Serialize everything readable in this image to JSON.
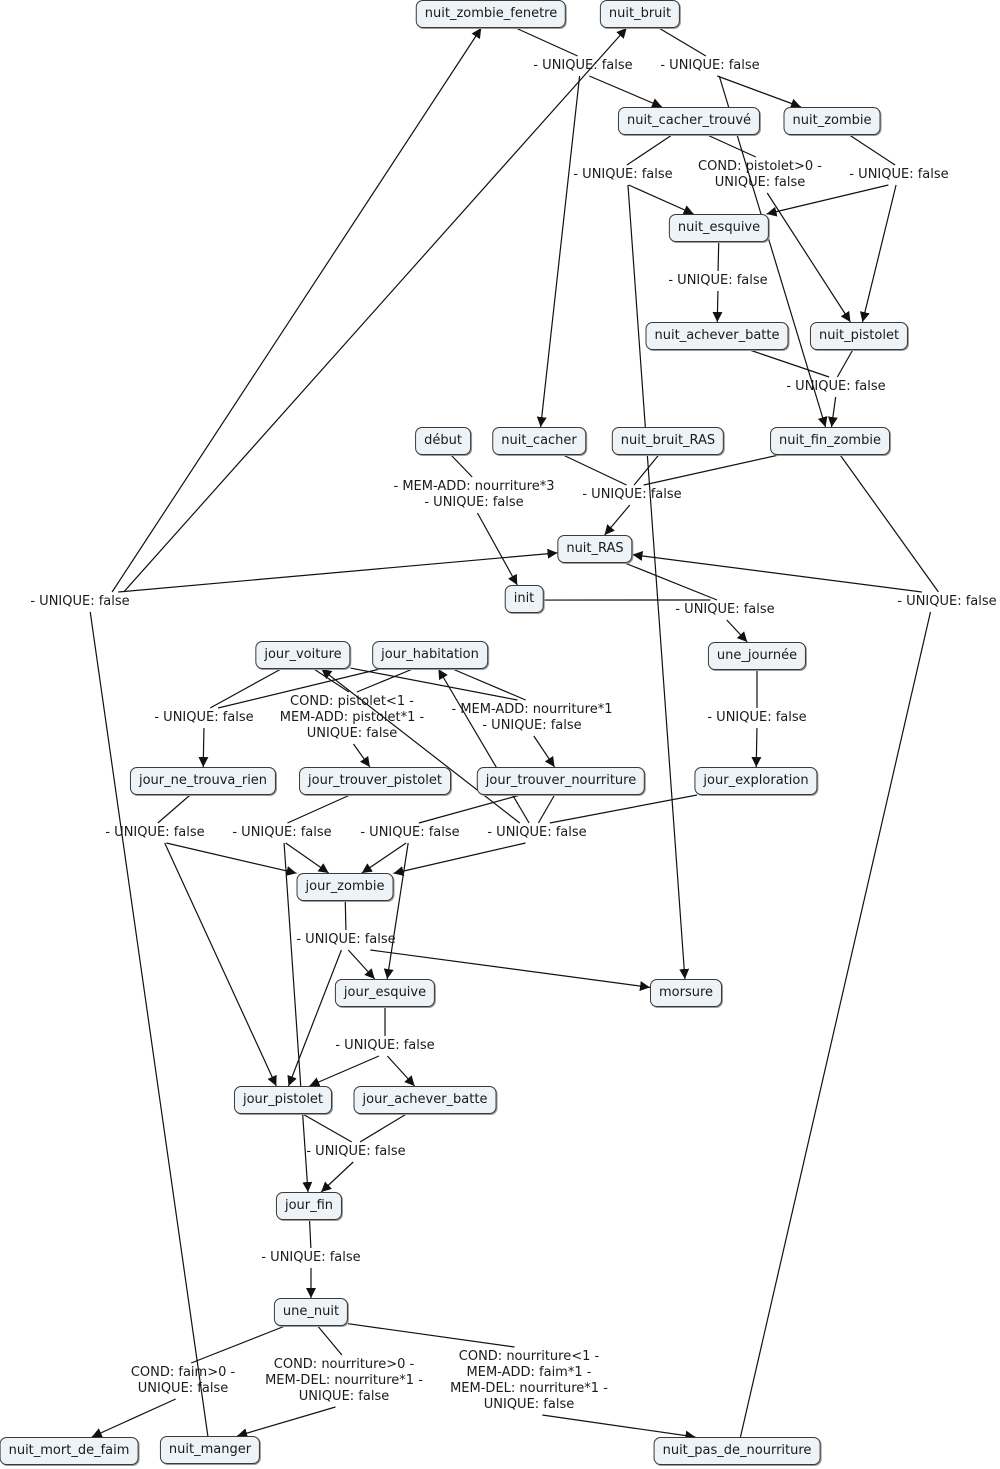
{
  "diagram": {
    "colors": {
      "node_fill": "#edf3f6",
      "node_border": "#3a3a3a",
      "edge": "#111111",
      "text": "#1a1a1a"
    },
    "nodes": [
      {
        "id": "nuit_zombie_fenetre",
        "label": "nuit_zombie_fenetre"
      },
      {
        "id": "nuit_bruit",
        "label": "nuit_bruit"
      },
      {
        "id": "nuit_cacher_trouve",
        "label": "nuit_cacher_trouvé"
      },
      {
        "id": "nuit_zombie",
        "label": "nuit_zombie"
      },
      {
        "id": "nuit_esquive",
        "label": "nuit_esquive"
      },
      {
        "id": "nuit_achever_batte",
        "label": "nuit_achever_batte"
      },
      {
        "id": "nuit_pistolet",
        "label": "nuit_pistolet"
      },
      {
        "id": "debut",
        "label": "début"
      },
      {
        "id": "nuit_cacher",
        "label": "nuit_cacher"
      },
      {
        "id": "nuit_bruit_RAS",
        "label": "nuit_bruit_RAS"
      },
      {
        "id": "nuit_fin_zombie",
        "label": "nuit_fin_zombie"
      },
      {
        "id": "nuit_RAS",
        "label": "nuit_RAS"
      },
      {
        "id": "init",
        "label": "init"
      },
      {
        "id": "une_journee",
        "label": "une_journée"
      },
      {
        "id": "jour_voiture",
        "label": "jour_voiture"
      },
      {
        "id": "jour_habitation",
        "label": "jour_habitation"
      },
      {
        "id": "jour_ne_trouva_rien",
        "label": "jour_ne_trouva_rien"
      },
      {
        "id": "jour_trouver_pistolet",
        "label": "jour_trouver_pistolet"
      },
      {
        "id": "jour_trouver_nourriture",
        "label": "jour_trouver_nourriture"
      },
      {
        "id": "jour_exploration",
        "label": "jour_exploration"
      },
      {
        "id": "jour_zombie",
        "label": "jour_zombie"
      },
      {
        "id": "morsure",
        "label": "morsure"
      },
      {
        "id": "jour_esquive",
        "label": "jour_esquive"
      },
      {
        "id": "jour_pistolet",
        "label": "jour_pistolet"
      },
      {
        "id": "jour_achever_batte",
        "label": "jour_achever_batte"
      },
      {
        "id": "jour_fin",
        "label": "jour_fin"
      },
      {
        "id": "une_nuit",
        "label": "une_nuit"
      },
      {
        "id": "nuit_mort_de_faim",
        "label": "nuit_mort_de_faim"
      },
      {
        "id": "nuit_manger",
        "label": "nuit_manger"
      },
      {
        "id": "nuit_pas_de_nourriture",
        "label": "nuit_pas_de_nourriture"
      }
    ],
    "links": [
      {
        "id": "L1",
        "lines": [
          "- UNIQUE: false"
        ],
        "from": [
          "nuit_zombie_fenetre"
        ],
        "to": [
          "nuit_cacher_trouve",
          "nuit_cacher"
        ]
      },
      {
        "id": "L2",
        "lines": [
          "- UNIQUE: false"
        ],
        "from": [
          "nuit_bruit"
        ],
        "to": [
          "nuit_zombie",
          "nuit_fin_zombie"
        ]
      },
      {
        "id": "L3",
        "lines": [
          "- UNIQUE: false"
        ],
        "from": [
          "nuit_cacher_trouve"
        ],
        "to": [
          "nuit_esquive",
          "morsure"
        ]
      },
      {
        "id": "L4",
        "lines": [
          "COND: pistolet>0 -",
          "UNIQUE: false"
        ],
        "from": [
          "nuit_cacher_trouve"
        ],
        "to": [
          "nuit_pistolet"
        ]
      },
      {
        "id": "L5",
        "lines": [
          "- UNIQUE: false"
        ],
        "from": [
          "nuit_zombie"
        ],
        "to": [
          "nuit_esquive",
          "nuit_pistolet"
        ]
      },
      {
        "id": "L6",
        "lines": [
          "- UNIQUE: false"
        ],
        "from": [
          "nuit_esquive"
        ],
        "to": [
          "nuit_achever_batte"
        ]
      },
      {
        "id": "L7",
        "lines": [
          "- UNIQUE: false"
        ],
        "from": [
          "nuit_achever_batte",
          "nuit_pistolet"
        ],
        "to": [
          "nuit_fin_zombie"
        ]
      },
      {
        "id": "L8",
        "lines": [
          "- MEM-ADD: nourriture*3",
          "- UNIQUE: false"
        ],
        "from": [
          "debut"
        ],
        "to": [
          "init"
        ]
      },
      {
        "id": "L9",
        "lines": [
          "- UNIQUE: false"
        ],
        "from": [
          "nuit_cacher",
          "nuit_bruit_RAS",
          "nuit_fin_zombie"
        ],
        "to": [
          "nuit_RAS"
        ]
      },
      {
        "id": "L10",
        "lines": [
          "- UNIQUE: false"
        ],
        "from": [
          "init",
          "nuit_RAS"
        ],
        "to": [
          "une_journee"
        ]
      },
      {
        "id": "L11",
        "lines": [
          "- UNIQUE: false"
        ],
        "from": [
          "nuit_manger"
        ],
        "to": [
          "nuit_zombie_fenetre",
          "nuit_bruit",
          "nuit_RAS"
        ]
      },
      {
        "id": "L12",
        "lines": [
          "- UNIQUE: false"
        ],
        "from": [
          "nuit_pas_de_nourriture",
          "nuit_fin_zombie"
        ],
        "to": [
          "nuit_RAS"
        ]
      },
      {
        "id": "L13",
        "lines": [
          "- UNIQUE: false"
        ],
        "from": [
          "une_journee"
        ],
        "to": [
          "jour_exploration"
        ]
      },
      {
        "id": "L14",
        "lines": [
          "- UNIQUE: false"
        ],
        "from": [
          "jour_voiture",
          "jour_habitation"
        ],
        "to": [
          "jour_ne_trouva_rien"
        ]
      },
      {
        "id": "L15",
        "lines": [
          "COND: pistolet<1 -",
          "MEM-ADD: pistolet*1 -",
          "UNIQUE: false"
        ],
        "from": [
          "jour_voiture",
          "jour_habitation"
        ],
        "to": [
          "jour_trouver_pistolet"
        ]
      },
      {
        "id": "L16",
        "lines": [
          "- MEM-ADD: nourriture*1",
          "- UNIQUE: false"
        ],
        "from": [
          "jour_voiture",
          "jour_habitation"
        ],
        "to": [
          "jour_trouver_nourriture"
        ]
      },
      {
        "id": "L17",
        "lines": [
          "- UNIQUE: false"
        ],
        "from": [
          "jour_ne_trouva_rien"
        ],
        "to": [
          "jour_zombie",
          "jour_pistolet"
        ]
      },
      {
        "id": "L18",
        "lines": [
          "- UNIQUE: false"
        ],
        "from": [
          "jour_trouver_pistolet"
        ],
        "to": [
          "jour_zombie",
          "jour_fin"
        ]
      },
      {
        "id": "L19",
        "lines": [
          "- UNIQUE: false"
        ],
        "from": [
          "jour_trouver_nourriture"
        ],
        "to": [
          "jour_zombie",
          "jour_esquive"
        ]
      },
      {
        "id": "L20",
        "lines": [
          "- UNIQUE: false"
        ],
        "from": [
          "jour_exploration",
          "jour_trouver_nourriture"
        ],
        "to": [
          "jour_zombie",
          "jour_voiture",
          "jour_habitation"
        ]
      },
      {
        "id": "L21",
        "lines": [
          "- UNIQUE: false"
        ],
        "from": [
          "jour_zombie"
        ],
        "to": [
          "jour_esquive",
          "morsure",
          "jour_pistolet"
        ]
      },
      {
        "id": "L22",
        "lines": [
          "- UNIQUE: false"
        ],
        "from": [
          "jour_esquive"
        ],
        "to": [
          "jour_pistolet",
          "jour_achever_batte"
        ]
      },
      {
        "id": "L23",
        "lines": [
          "- UNIQUE: false"
        ],
        "from": [
          "jour_pistolet",
          "jour_achever_batte"
        ],
        "to": [
          "jour_fin"
        ]
      },
      {
        "id": "L24",
        "lines": [
          "- UNIQUE: false"
        ],
        "from": [
          "jour_fin"
        ],
        "to": [
          "une_nuit"
        ]
      },
      {
        "id": "L25",
        "lines": [
          "COND: faim>0 -",
          "UNIQUE: false"
        ],
        "from": [
          "une_nuit"
        ],
        "to": [
          "nuit_mort_de_faim"
        ]
      },
      {
        "id": "L26",
        "lines": [
          "COND: nourriture>0 -",
          "MEM-DEL: nourriture*1 -",
          "UNIQUE: false"
        ],
        "from": [
          "une_nuit"
        ],
        "to": [
          "nuit_manger"
        ]
      },
      {
        "id": "L27",
        "lines": [
          "COND: nourriture<1 -",
          "MEM-ADD: faim*1 -",
          "MEM-DEL: nourriture*1 -",
          "UNIQUE: false"
        ],
        "from": [
          "une_nuit"
        ],
        "to": [
          "nuit_pas_de_nourriture"
        ]
      }
    ]
  }
}
